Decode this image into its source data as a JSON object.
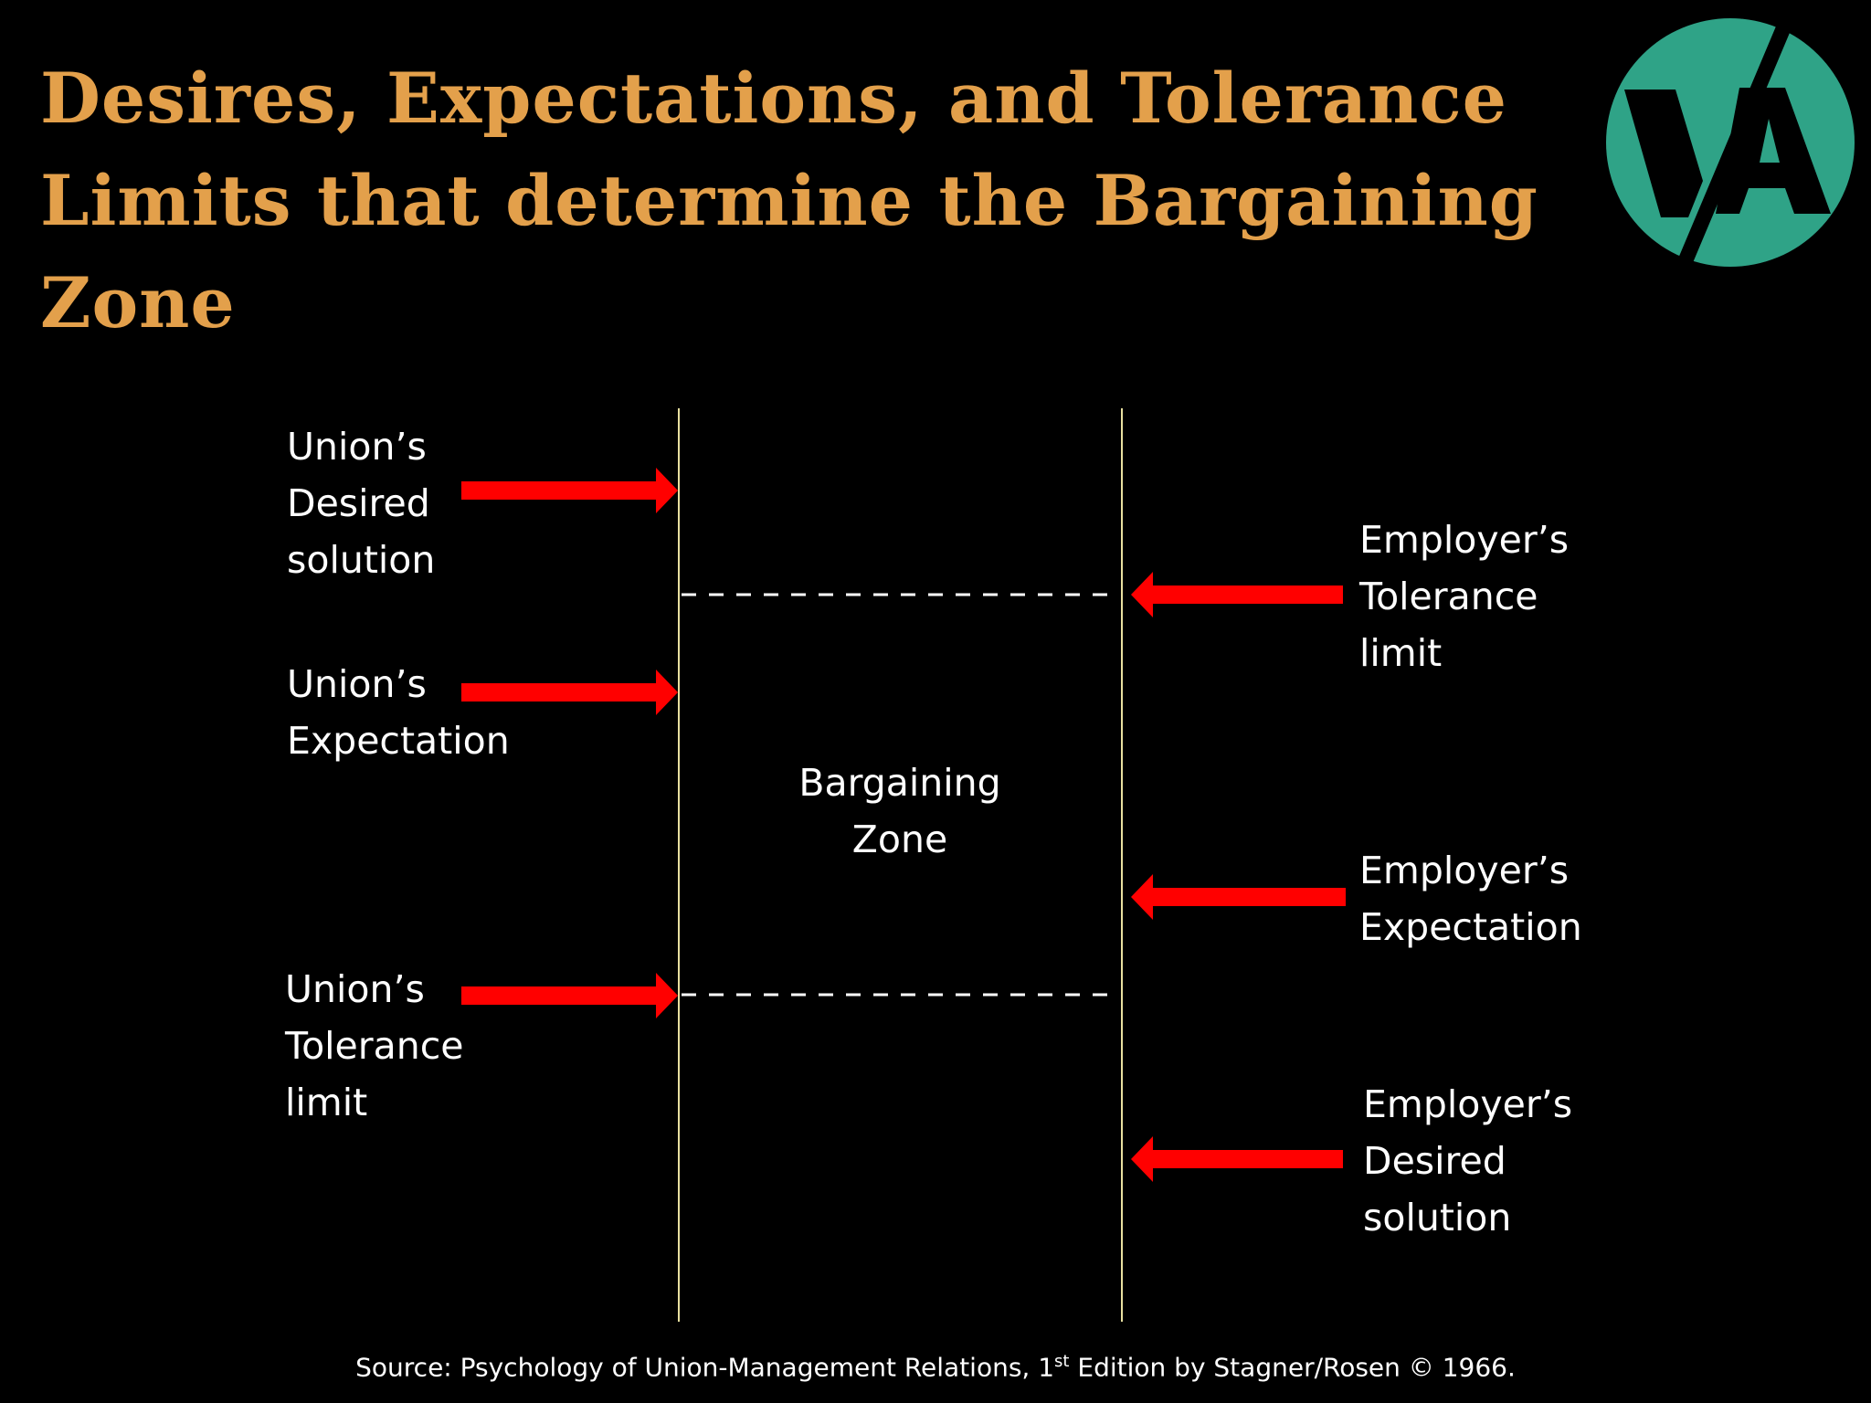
{
  "title": {
    "line1": "Desires, Expectations, and Tolerance",
    "line2": "Limits that determine the Bargaining",
    "line3": "Zone"
  },
  "logo": {
    "text": "VA",
    "icon": "va-logo-icon",
    "color": "#2fa387"
  },
  "union": {
    "desired": {
      "line1": "Union’s",
      "line2": "Desired",
      "line3": "solution"
    },
    "expectation": {
      "line1": "Union’s",
      "line2": "Expectation"
    },
    "tolerance": {
      "line1": "Union’s",
      "line2": "Tolerance",
      "line3": "limit"
    }
  },
  "employer": {
    "tolerance": {
      "line1": "Employer’s",
      "line2": "Tolerance",
      "line3": "limit"
    },
    "expectation": {
      "line1": "Employer’s",
      "line2": "Expectation"
    },
    "desired": {
      "line1": "Employer’s",
      "line2": "Desired",
      "line3": "solution"
    }
  },
  "zone": {
    "line1": "Bargaining",
    "line2": "Zone"
  },
  "source": {
    "before": "Source: Psychology of Union-Management Relations, 1",
    "superscript": "st",
    "after": " Edition by Stagner/Rosen © 1966."
  },
  "colors": {
    "title": "#e3a04b",
    "arrow": "#ff0000",
    "vertical_lines": "#e8e0a0",
    "dashed_lines": "#ffffff",
    "background": "#000000"
  }
}
